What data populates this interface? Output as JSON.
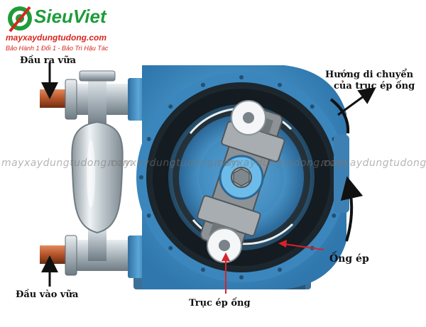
{
  "brand": {
    "name": "SieuViet",
    "website": "mayxaydungtudong.com",
    "slogan": "Bảo Hành 1 Đổi 1 - Bảo Trì Hậu Tác"
  },
  "watermark": {
    "text": "mayxaydungtudong.com"
  },
  "labels": {
    "outlet": "Đầu ra vữa",
    "inlet": "Đầu vào vữa",
    "direction_line1": "Hướng di chuyển",
    "direction_line2": "của trục ép ống",
    "hose": "Ống ép",
    "roller": "Trục ép ống"
  },
  "colors": {
    "brand_green": "#1f9c3a",
    "brand_red": "#d7261e",
    "pump_blue": "#3f93c9",
    "pipe_copper": "#b4532a",
    "arrow_red": "#d8222a"
  }
}
